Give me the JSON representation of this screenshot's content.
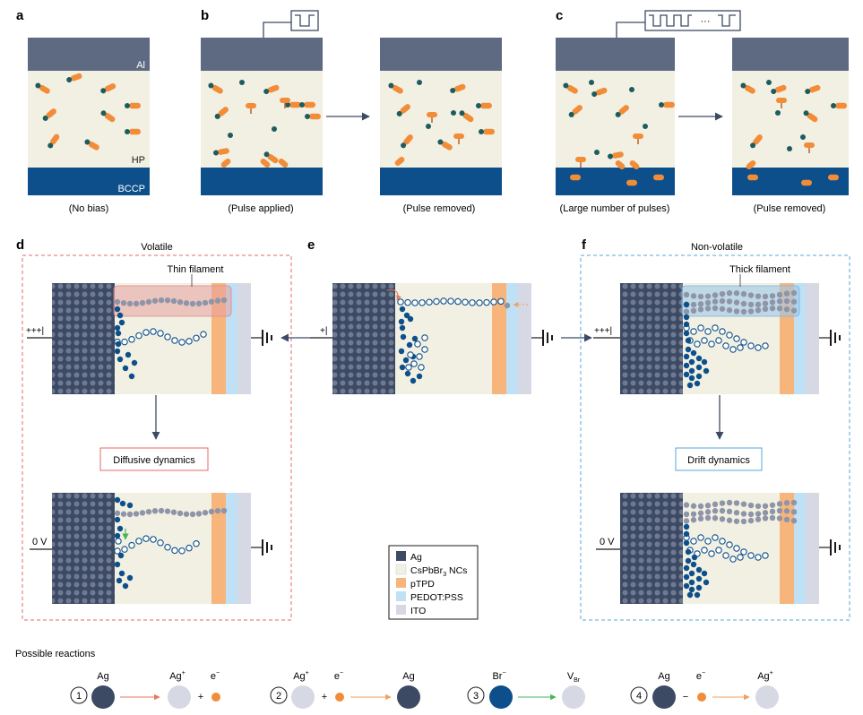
{
  "panels": {
    "a": {
      "letter": "a",
      "caption": "(No bias)",
      "label_al": "Al",
      "label_hp": "HP",
      "label_bccp": "BCCP"
    },
    "b": {
      "letter": "b",
      "caption_left": "(Pulse applied)",
      "caption_right": "(Pulse removed)"
    },
    "c": {
      "letter": "c",
      "caption_left": "(Large number of pulses)",
      "caption_right": "(Pulse removed)",
      "pulse_dots": "···"
    },
    "d": {
      "letter": "d",
      "title": "Volatile",
      "filament": "Thin filament",
      "dynamics": "Diffusive dynamics",
      "bias_top": "+++|",
      "bias_bottom": "0 V"
    },
    "e": {
      "letter": "e",
      "bias": "+|"
    },
    "f": {
      "letter": "f",
      "title": "Non-volatile",
      "filament": "Thick filament",
      "dynamics": "Drift dynamics",
      "bias_top": "+++|",
      "bias_bottom": "0 V"
    }
  },
  "legend": {
    "items": [
      {
        "label": "Ag",
        "color": "#3d4a64"
      },
      {
        "label_main": "CsPbBr",
        "label_sub": "3",
        "label_tail": " NCs",
        "color": "#f2f0e2"
      },
      {
        "label": "pTPD",
        "color": "#f7b57c"
      },
      {
        "label": "PEDOT:PSS",
        "color": "#bfe0f5"
      },
      {
        "label": "ITO",
        "color": "#d6d9e4"
      }
    ]
  },
  "reactions": {
    "heading": "Possible reactions",
    "r1": {
      "num": "1",
      "a": "Ag",
      "b": "Ag",
      "b_sup": "+",
      "plus": "+",
      "c": "e",
      "c_sup": "−"
    },
    "r2": {
      "num": "2",
      "a": "Ag",
      "a_sup": "+",
      "plus": "+",
      "b": "e",
      "b_sup": "−",
      "c": "Ag"
    },
    "r3": {
      "num": "3",
      "a": "Br",
      "a_sup": "−",
      "b": "V",
      "b_sub": "Br"
    },
    "r4": {
      "num": "4",
      "a": "Ag",
      "minus": "−",
      "b": "e",
      "b_sup": "−",
      "c": "Ag",
      "c_sup": "+"
    }
  },
  "colors": {
    "electrode": "#5d6a82",
    "hp": "#f2f0e2",
    "bccp": "#0d4f8b",
    "particle": "#f28c38",
    "ion": "#1d5c5e",
    "ag": "#3d4a64",
    "ag_dot": "#6f7a92",
    "filled_dot": "#0d4f8b",
    "grey_dot": "#8f95a8",
    "red_box": "#e46a6a",
    "blue_box": "#5aa7d8"
  }
}
